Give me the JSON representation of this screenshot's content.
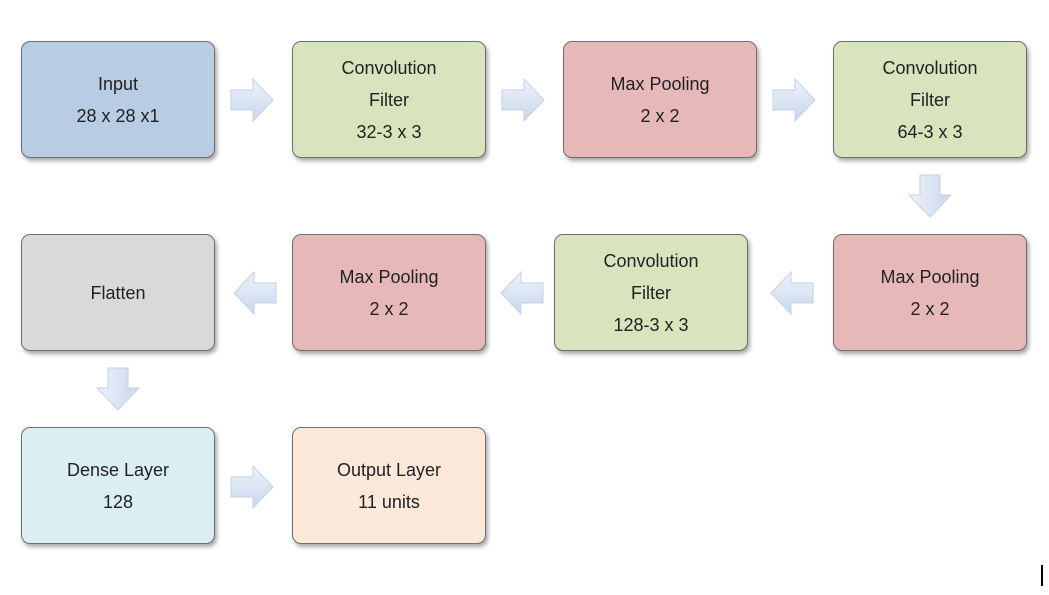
{
  "colors": {
    "input": "#b8cce4",
    "convolution": "#d7e4bd",
    "max_pooling": "#e6b9b8",
    "flatten": "#d9d9d9",
    "dense": "#dbeef4",
    "output": "#fbe8d8",
    "arrow": "#dce6f2"
  },
  "nodes": {
    "input": {
      "line1": "Input",
      "line2": "28 x 28 x1"
    },
    "conv1": {
      "line1": "Convolution",
      "line2": "Filter",
      "line3": "32-3 x 3"
    },
    "pool1": {
      "line1": "Max Pooling",
      "line2": "2 x 2"
    },
    "conv2": {
      "line1": "Convolution",
      "line2": "Filter",
      "line3": "64-3 x 3"
    },
    "pool2": {
      "line1": "Max Pooling",
      "line2": "2 x 2"
    },
    "conv3": {
      "line1": "Convolution",
      "line2": "Filter",
      "line3": "128-3 x 3"
    },
    "pool3": {
      "line1": "Max Pooling",
      "line2": "2 x 2"
    },
    "flatten": {
      "line1": "Flatten"
    },
    "dense": {
      "line1": "Dense Layer",
      "line2": "128"
    },
    "output": {
      "line1": "Output Layer",
      "line2": "11 units"
    }
  },
  "arrows": [
    {
      "from": "input",
      "to": "conv1",
      "icon": "arrow-right-icon"
    },
    {
      "from": "conv1",
      "to": "pool1",
      "icon": "arrow-right-icon"
    },
    {
      "from": "pool1",
      "to": "conv2",
      "icon": "arrow-right-icon"
    },
    {
      "from": "conv2",
      "to": "pool2",
      "icon": "arrow-down-icon"
    },
    {
      "from": "pool2",
      "to": "conv3",
      "icon": "arrow-left-icon"
    },
    {
      "from": "conv3",
      "to": "pool3",
      "icon": "arrow-left-icon"
    },
    {
      "from": "pool3",
      "to": "flatten",
      "icon": "arrow-left-icon"
    },
    {
      "from": "flatten",
      "to": "dense",
      "icon": "arrow-down-icon"
    },
    {
      "from": "dense",
      "to": "output",
      "icon": "arrow-right-icon"
    }
  ]
}
